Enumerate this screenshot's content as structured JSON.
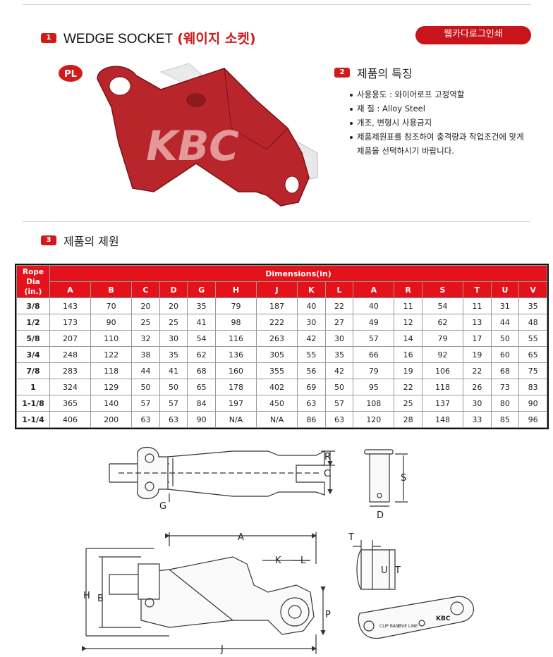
{
  "section1": {
    "num": "1",
    "title": "WEDGE SOCKET",
    "title_kr": "(웨이지 소켓)"
  },
  "shop_button": "웹카다로그인쇄",
  "photo": {
    "logo": "PL",
    "watermark": "KBC"
  },
  "section2": {
    "num": "2",
    "title": "제품의 특징",
    "features": [
      "사용용도 : 와이어로프 고정역할",
      "재 질 : Alloy Steel",
      "개조, 변형시 사용금지",
      "제품제원표를 참조하여 충격량과 작업조건에 맞게",
      "제품을 선택하시기 바랍니다."
    ]
  },
  "section3": {
    "num": "3",
    "title": "제품의 제원"
  },
  "table": {
    "rope_header": [
      "Rope",
      "Dia",
      "(in.)"
    ],
    "dim_header": "Dimensions(in)",
    "columns": [
      "A",
      "B",
      "C",
      "D",
      "G",
      "H",
      "J",
      "K",
      "L",
      "A",
      "R",
      "S",
      "T",
      "U",
      "V"
    ],
    "rows": [
      {
        "dia": "3/8",
        "vals": [
          "143",
          "70",
          "20",
          "20",
          "35",
          "79",
          "187",
          "40",
          "22",
          "40",
          "11",
          "54",
          "11",
          "31",
          "35"
        ]
      },
      {
        "dia": "1/2",
        "vals": [
          "173",
          "90",
          "25",
          "25",
          "41",
          "98",
          "222",
          "30",
          "27",
          "49",
          "12",
          "62",
          "13",
          "44",
          "48"
        ]
      },
      {
        "dia": "5/8",
        "vals": [
          "207",
          "110",
          "32",
          "30",
          "54",
          "116",
          "263",
          "42",
          "30",
          "57",
          "14",
          "79",
          "17",
          "50",
          "55"
        ]
      },
      {
        "dia": "3/4",
        "vals": [
          "248",
          "122",
          "38",
          "35",
          "62",
          "136",
          "305",
          "55",
          "35",
          "66",
          "16",
          "92",
          "19",
          "60",
          "65"
        ]
      },
      {
        "dia": "7/8",
        "vals": [
          "283",
          "118",
          "44",
          "41",
          "68",
          "160",
          "355",
          "56",
          "42",
          "79",
          "19",
          "106",
          "22",
          "68",
          "75"
        ]
      },
      {
        "dia": "1",
        "vals": [
          "324",
          "129",
          "50",
          "50",
          "65",
          "178",
          "402",
          "69",
          "50",
          "95",
          "22",
          "118",
          "26",
          "73",
          "83"
        ]
      },
      {
        "dia": "1-1/8",
        "vals": [
          "365",
          "140",
          "57",
          "57",
          "84",
          "197",
          "450",
          "63",
          "57",
          "108",
          "25",
          "137",
          "30",
          "80",
          "90"
        ]
      },
      {
        "dia": "1-1/4",
        "vals": [
          "406",
          "200",
          "63",
          "63",
          "90",
          "N/A",
          "N/A",
          "86",
          "63",
          "120",
          "28",
          "148",
          "33",
          "85",
          "96"
        ]
      }
    ]
  },
  "diagram_labels": {
    "R": "R",
    "C": "C",
    "G": "G",
    "S": "S",
    "D": "D",
    "A": "A",
    "K": "K",
    "L": "L",
    "H": "H",
    "B": "B",
    "P": "P",
    "J": "J",
    "T": "T",
    "U": "U",
    "clip_base": "CLIP BASE",
    "live_line": "LIVE LINE",
    "brand": "KBC"
  },
  "colors": {
    "accent": "#d21a1a",
    "header_red": "#e4121a",
    "socket_red": "#b8262c"
  }
}
